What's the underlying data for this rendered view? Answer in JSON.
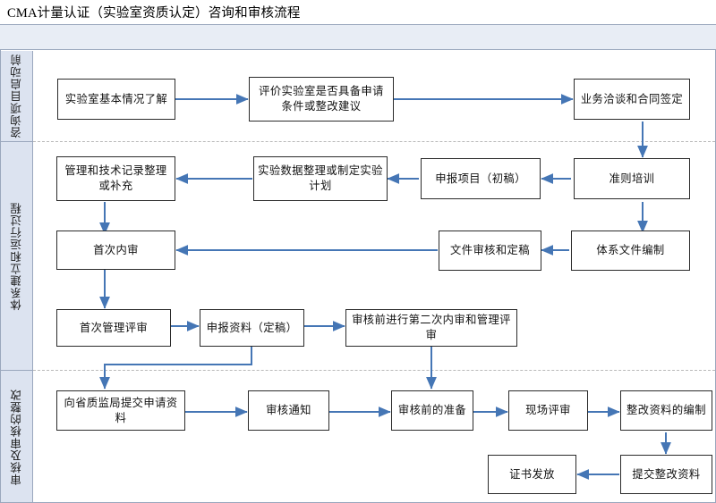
{
  "title": "CMA计量认证（实验室资质认定）咨询和审核流程",
  "colors": {
    "connector": "#4576b5",
    "node_border": "#2b2b2b",
    "lane_fill": "#dce3f0",
    "frame_border": "#9aa7bd",
    "band_fill": "#e8edf5"
  },
  "lanes": [
    {
      "id": "lane-1",
      "label": "咨询项目启动前"
    },
    {
      "id": "lane-2",
      "label": "体系建立和运行过程"
    },
    {
      "id": "lane-3",
      "label": "审核及审核的整改"
    }
  ],
  "nodes": [
    {
      "id": "n1",
      "label": "实验室基本情况了解",
      "lane": 1
    },
    {
      "id": "n2",
      "label": "评价实验室是否具备申请条件或整改建议",
      "lane": 1
    },
    {
      "id": "n3",
      "label": "业务洽谈和合同签定",
      "lane": 1
    },
    {
      "id": "n4",
      "label": "准则培训",
      "lane": 2
    },
    {
      "id": "n5",
      "label": "申报项目（初稿）",
      "lane": 2
    },
    {
      "id": "n6",
      "label": "实验数据整理或制定实验计划",
      "lane": 2
    },
    {
      "id": "n7",
      "label": "管理和技术记录整理或补充",
      "lane": 2
    },
    {
      "id": "n8",
      "label": "体系文件编制",
      "lane": 2
    },
    {
      "id": "n9",
      "label": "文件审核和定稿",
      "lane": 2
    },
    {
      "id": "n10",
      "label": "首次内审",
      "lane": 2
    },
    {
      "id": "n11",
      "label": "首次管理评审",
      "lane": 2
    },
    {
      "id": "n12",
      "label": "申报资料（定稿）",
      "lane": 2
    },
    {
      "id": "n13",
      "label": "审核前进行第二次内审和管理评审",
      "lane": 2
    },
    {
      "id": "n14",
      "label": "向省质监局提交申请资料",
      "lane": 3
    },
    {
      "id": "n15",
      "label": "审核通知",
      "lane": 3
    },
    {
      "id": "n16",
      "label": "审核前的准备",
      "lane": 3
    },
    {
      "id": "n17",
      "label": "现场评审",
      "lane": 3
    },
    {
      "id": "n18",
      "label": "整改资料的编制",
      "lane": 3
    },
    {
      "id": "n19",
      "label": "提交整改资料",
      "lane": 3
    },
    {
      "id": "n20",
      "label": "证书发放",
      "lane": 3
    }
  ],
  "edges": [
    {
      "from": "n1",
      "to": "n2"
    },
    {
      "from": "n2",
      "to": "n3"
    },
    {
      "from": "n3",
      "to": "n4"
    },
    {
      "from": "n4",
      "to": "n5"
    },
    {
      "from": "n5",
      "to": "n6"
    },
    {
      "from": "n6",
      "to": "n7"
    },
    {
      "from": "n7",
      "to": "n10"
    },
    {
      "from": "n4",
      "to": "n8"
    },
    {
      "from": "n8",
      "to": "n9"
    },
    {
      "from": "n9",
      "to": "n10"
    },
    {
      "from": "n10",
      "to": "n11"
    },
    {
      "from": "n11",
      "to": "n12"
    },
    {
      "from": "n12",
      "to": "n13"
    },
    {
      "from": "n12",
      "to": "n14"
    },
    {
      "from": "n13",
      "to": "n16"
    },
    {
      "from": "n14",
      "to": "n15"
    },
    {
      "from": "n15",
      "to": "n16"
    },
    {
      "from": "n16",
      "to": "n17"
    },
    {
      "from": "n17",
      "to": "n18"
    },
    {
      "from": "n18",
      "to": "n19"
    },
    {
      "from": "n19",
      "to": "n20"
    }
  ]
}
